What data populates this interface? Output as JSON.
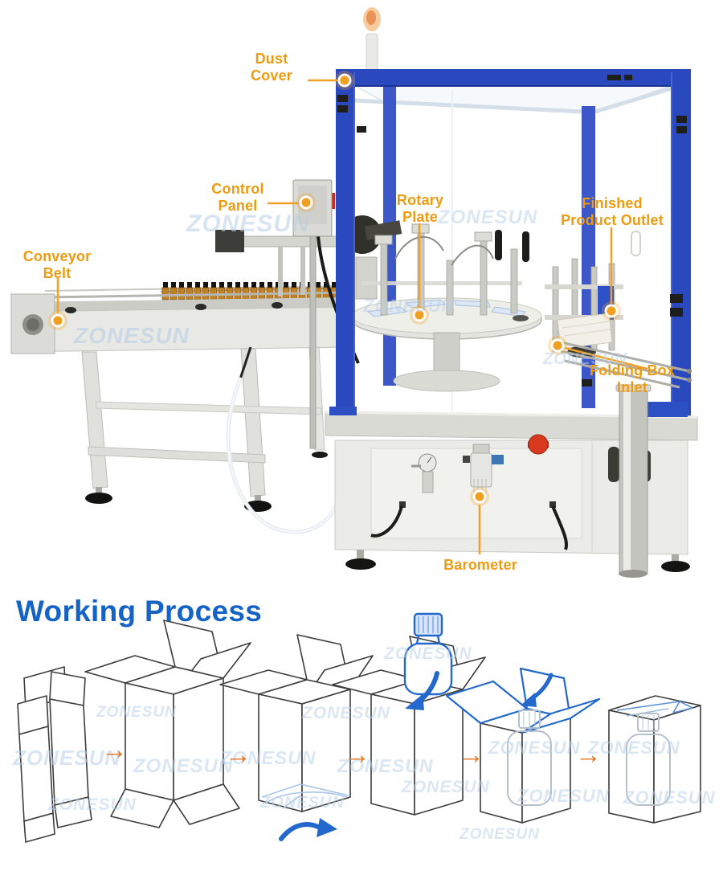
{
  "brand_watermark": "ZONESUN",
  "machine_section": {
    "annotations": {
      "dust_cover": {
        "line1": "Dust",
        "line2": "Cover"
      },
      "control_panel": {
        "line1": "Control",
        "line2": "Panel"
      },
      "rotary_plate": {
        "line1": "Rotary",
        "line2": "Plate"
      },
      "finished_product_outlet": {
        "line1": "Finished",
        "line2": "Product Outlet"
      },
      "conveyor_belt": {
        "line1": "Conveyor",
        "line2": "Belt"
      },
      "folding_box_inlet": {
        "line1": "Folding Box",
        "line2": "Inlet"
      },
      "barometer": {
        "line1": "Barometer"
      }
    }
  },
  "working_process": {
    "title": "Working Process",
    "arrow_glyph": "→",
    "step_icons": [
      "carton-blank",
      "carton-opened",
      "carton-bottom-folding",
      "bottle-inserting",
      "top-flaps-closing",
      "finished-packed-box"
    ]
  },
  "colors": {
    "annotation_orange": "#EE9B10",
    "frame_blue": "#2B49BE",
    "process_blue": "#2368CC",
    "heading_blue": "#1463C5",
    "watermark_blue": "#B9CEE8",
    "arrow_orange": "#E8731A",
    "bottle_amber": "#C08024"
  }
}
